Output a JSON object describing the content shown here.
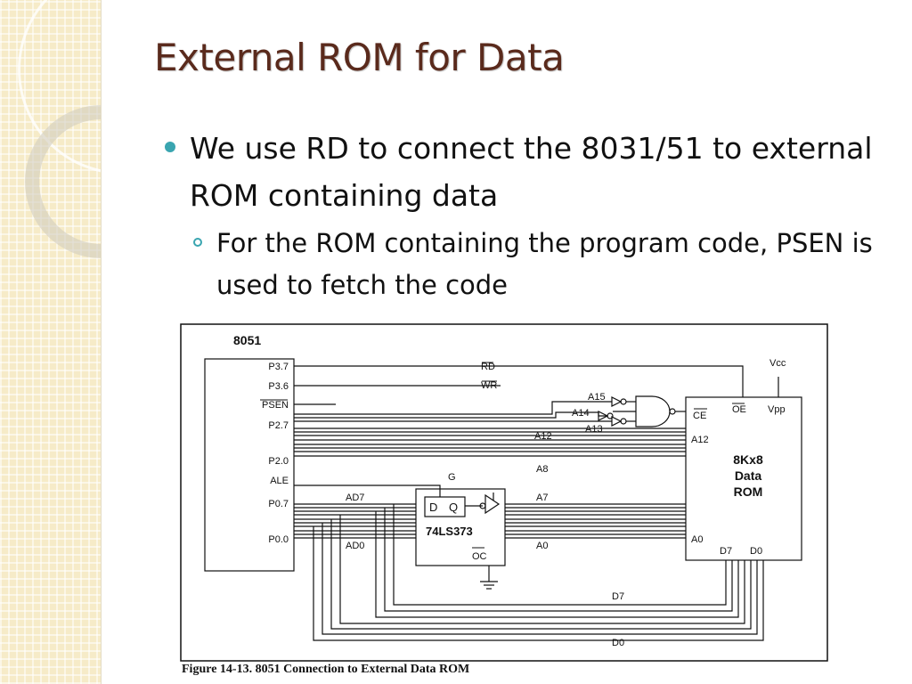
{
  "slide": {
    "title": "External ROM for Data",
    "bullet_1": "We use RD to connect the 8031/51 to external ROM containing data",
    "sub_bullet_1": "For the ROM containing the program code, PSEN is used to fetch the code"
  },
  "figure": {
    "caption": "Figure 14-13. 8051 Connection to External Data ROM",
    "mcu": {
      "label": "8051",
      "pins": {
        "p37": "P3.7",
        "p36": "P3.6",
        "psen": "PSEN",
        "p27": "P2.7",
        "p20": "P2.0",
        "ale": "ALE",
        "p07": "P0.7",
        "p00": "P0.0"
      }
    },
    "signals": {
      "rd": "RD",
      "wr": "WR",
      "a15": "A15",
      "a14": "A14",
      "a13": "A13",
      "a12": "A12",
      "a8": "A8",
      "a7": "A7",
      "a0": "A0",
      "ad7": "AD7",
      "ad0": "AD0",
      "g": "G",
      "d7": "D7",
      "d0": "D0"
    },
    "latch": {
      "label": "74LS373",
      "d": "D",
      "q": "Q",
      "oc": "OC"
    },
    "rom": {
      "line1": "8Kx8",
      "line2": "Data",
      "line3": "ROM",
      "ce": "CE",
      "oe": "OE",
      "vpp": "Vpp",
      "a12": "A12",
      "a0": "A0",
      "d7": "D7",
      "d0": "D0"
    },
    "vcc": "Vcc"
  },
  "colors": {
    "title": "#5a2a1c",
    "bullet": "#3aa5b0",
    "band": "#f6ebc8"
  }
}
